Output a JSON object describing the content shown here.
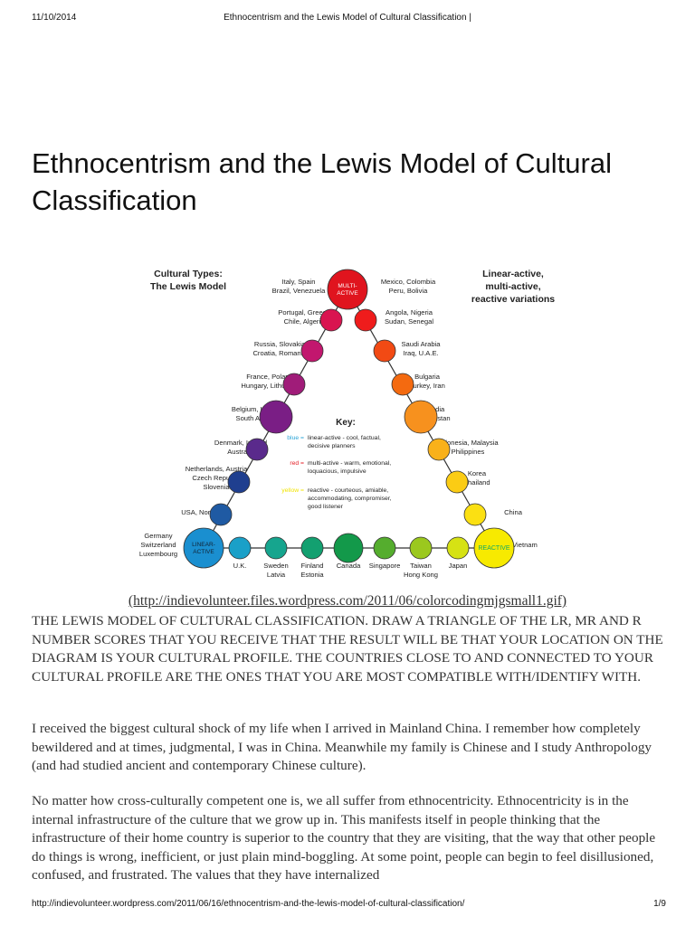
{
  "header": {
    "date": "11/10/2014",
    "title": "Ethnocentrism and the Lewis Model of Cultural Classification |"
  },
  "article": {
    "title": "Ethnocentrism and the Lewis Model of Cultural Classification",
    "image_link": "(http://indievolunteer.files.wordpress.com/2011/06/colorcodingmjgsmall1.gif)",
    "caption": "THE LEWIS MODEL OF CULTURAL CLASSIFICATION. DRAW A TRIANGLE OF THE LR, MR AND R NUMBER SCORES THAT YOU RECEIVE THAT THE RESULT WILL BE THAT YOUR LOCATION ON THE DIAGRAM IS YOUR CULTURAL PROFILE. THE COUNTRIES CLOSE TO AND CONNECTED TO YOUR CULTURAL PROFILE ARE THE ONES THAT YOU ARE MOST COMPATIBLE WITH/IDENTIFY WITH.",
    "paragraphs": [
      "I received the biggest cultural shock of my life when I arrived in Mainland China. I remember how completely bewildered and at times, judgmental, I was in China. Meanwhile my family is Chinese and I study Anthropology (and had studied ancient and contemporary Chinese culture).",
      "No matter how cross-culturally competent one is, we all suffer from ethnocentricity. Ethnocentricity is in the internal infrastructure of the culture that we grow up in. This manifests itself in people thinking that the infrastructure of their home country is superior to the country that they are visiting, that the way that other people do things is wrong, inefficient, or just plain mind-boggling. At some point, people can begin to feel disillusioned, confused, and frustrated. The values that they have internalized"
    ]
  },
  "diagram": {
    "title_left": [
      "Cultural Types:",
      "The Lewis Model"
    ],
    "title_right": [
      "Linear-active,",
      "multi-active,",
      "reactive variations"
    ],
    "vertices": {
      "multi": [
        "MULTI-",
        "ACTIVE"
      ],
      "linear": [
        "LINEAR-",
        "ACTIVE"
      ],
      "reactive": "REACTIVE"
    },
    "key_title": "Key:",
    "key": [
      {
        "color_word": "blue",
        "color": "#29a3d6",
        "desc": [
          "linear-active - cool, factual,",
          "decisive planners"
        ]
      },
      {
        "color_word": "red",
        "color": "#e31b23",
        "desc": [
          "multi-active - warm, emotional,",
          "loquacious, impulsive"
        ]
      },
      {
        "color_word": "yellow",
        "color": "#f2e400",
        "desc": [
          "reactive - courteous, amiable,",
          "accommodating, compromiser,",
          "good listener"
        ]
      }
    ],
    "left_side": [
      {
        "lines": [
          "Italy, Spain",
          "Brazil, Venezuela"
        ],
        "color": "#e0141e"
      },
      {
        "lines": [
          "Portugal, Greece",
          "Chile, Algeria"
        ],
        "color": "#d91450"
      },
      {
        "lines": [
          "Russia, Slovakia",
          "Croatia, Romania"
        ],
        "color": "#c2176e"
      },
      {
        "lines": [
          "France, Poland",
          "Hungary, Lithuania"
        ],
        "color": "#a01c79"
      },
      {
        "lines": [
          "Belgium, Israel",
          "South Africa"
        ],
        "color": "#7a1e85"
      },
      {
        "lines": [
          "Denmark, Ireland",
          "Australia"
        ],
        "color": "#5a2a8c"
      },
      {
        "lines": [
          "Netherlands, Austria",
          "Czech Republic",
          "Slovenia"
        ],
        "color": "#1f3f8f"
      },
      {
        "lines": [
          "USA, Norway"
        ],
        "color": "#1f5aa3"
      },
      {
        "lines": [
          "Germany",
          "Switzerland",
          "Luxembourg"
        ],
        "color": "#1a8fd0"
      }
    ],
    "right_side": [
      {
        "lines": [
          "Mexico, Colombia",
          "Peru, Bolivia"
        ]
      },
      {
        "lines": [
          "Angola, Nigeria",
          "Sudan, Senegal"
        ],
        "color": "#ef1c1c"
      },
      {
        "lines": [
          "Saudi Arabia",
          "Iraq, U.A.E."
        ],
        "color": "#f24a14"
      },
      {
        "lines": [
          "Bulgaria",
          "Turkey, Iran"
        ],
        "color": "#f46a10"
      },
      {
        "lines": [
          "India",
          "Pakistan"
        ],
        "color": "#f7911e"
      },
      {
        "lines": [
          "Indonesia, Malaysia",
          "Philippines"
        ],
        "color": "#f9b11a"
      },
      {
        "lines": [
          "Korea",
          "Thailand"
        ],
        "color": "#fbcc14"
      },
      {
        "lines": [
          "China"
        ],
        "color": "#fbe012"
      },
      {
        "lines": [
          "Vietnam"
        ]
      }
    ],
    "bottom": [
      {
        "lines": [
          "U.K."
        ],
        "color": "#1aa0c8"
      },
      {
        "lines": [
          "Sweden",
          "Latvia"
        ],
        "color": "#16a58e"
      },
      {
        "lines": [
          "Finland",
          "Estonia"
        ],
        "color": "#13a070"
      },
      {
        "lines": [
          "Canada"
        ],
        "color": "#13994a"
      },
      {
        "lines": [
          "Singapore"
        ],
        "color": "#55ad2e"
      },
      {
        "lines": [
          "Taiwan",
          "Hong Kong"
        ],
        "color": "#9bc81e"
      },
      {
        "lines": [
          "Japan"
        ],
        "color": "#d6e214"
      }
    ],
    "vertex_colors": {
      "multi": "#e0141e",
      "linear": "#1a8fd0",
      "reactive": "#f7ea00"
    }
  },
  "footer": {
    "url": "http://indievolunteer.wordpress.com/2011/06/16/ethnocentrism-and-the-lewis-model-of-cultural-classification/",
    "page": "1/9"
  }
}
